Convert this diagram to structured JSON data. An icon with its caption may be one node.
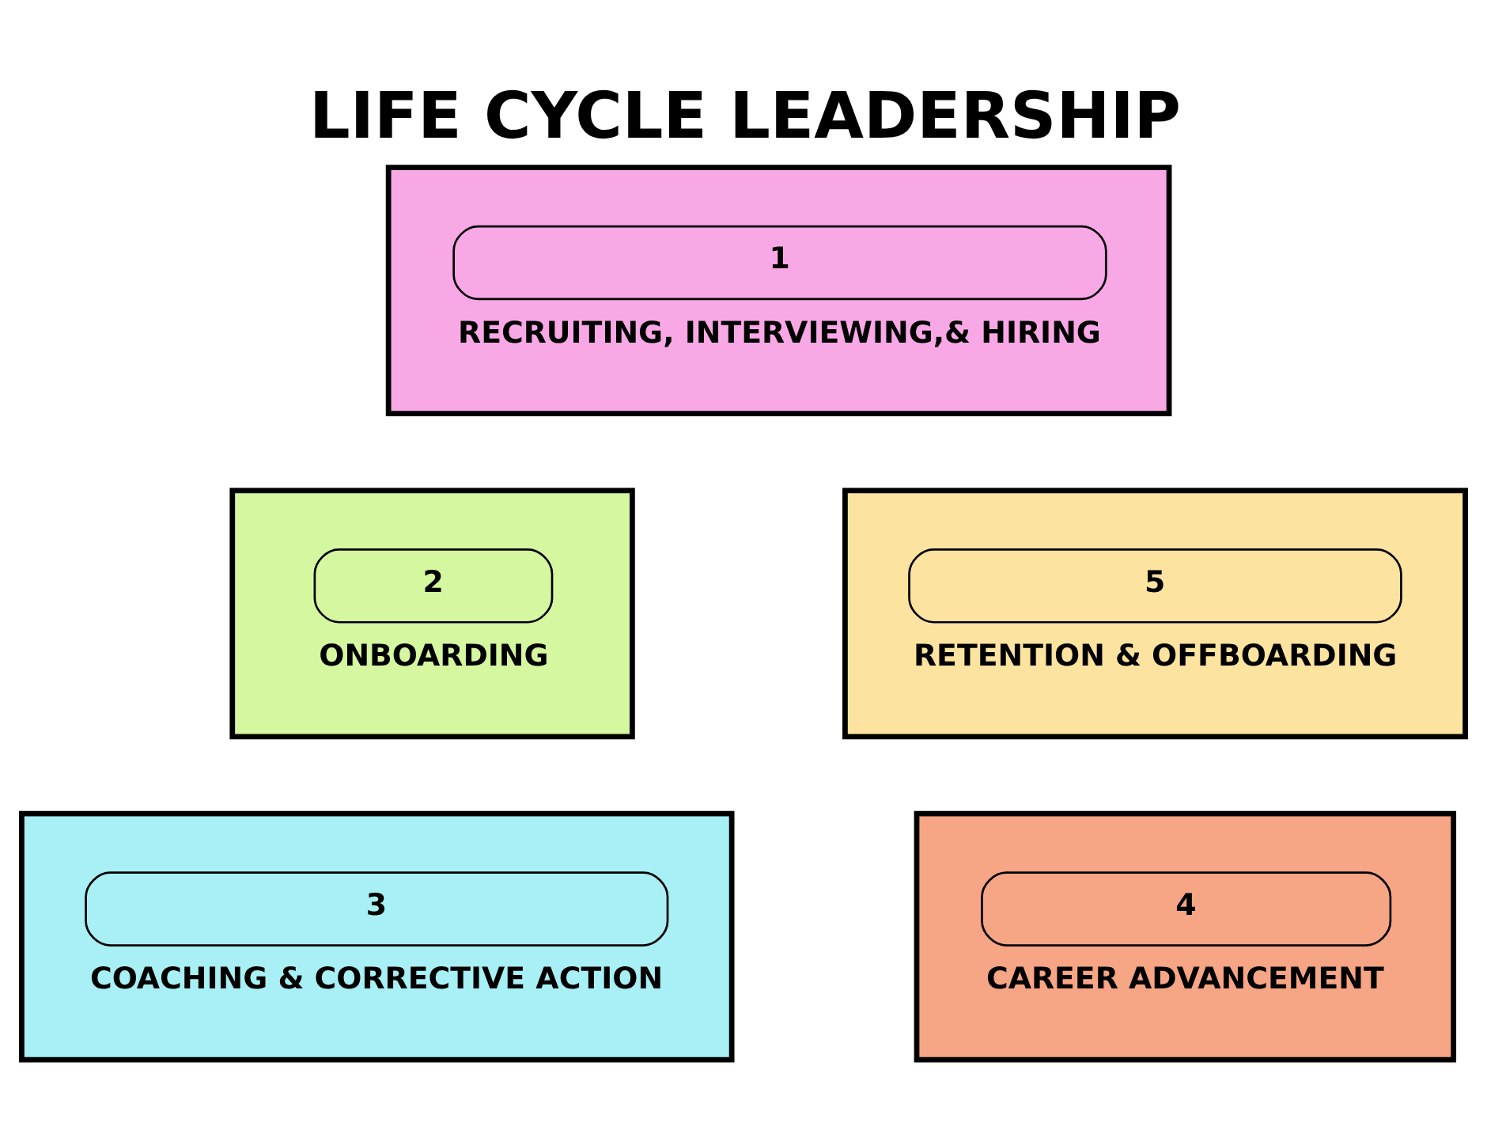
{
  "diagram": {
    "title": "LIFE CYCLE LEADERSHIP",
    "nodes": [
      {
        "text": [
          "1",
          "RECRUITING, INTERVIEWING,& HIRING"
        ]
      },
      {
        "text": [
          "2",
          "ONBOARDING"
        ]
      },
      {
        "text": [
          "3",
          "COACHING & CORRECTIVE ACTION"
        ]
      },
      {
        "text": [
          "4",
          "CAREER ADVANCEMENT"
        ]
      },
      {
        "text": [
          "5",
          "RETENTION & OFFBOARDING"
        ]
      }
    ],
    "edges": []
  }
}
